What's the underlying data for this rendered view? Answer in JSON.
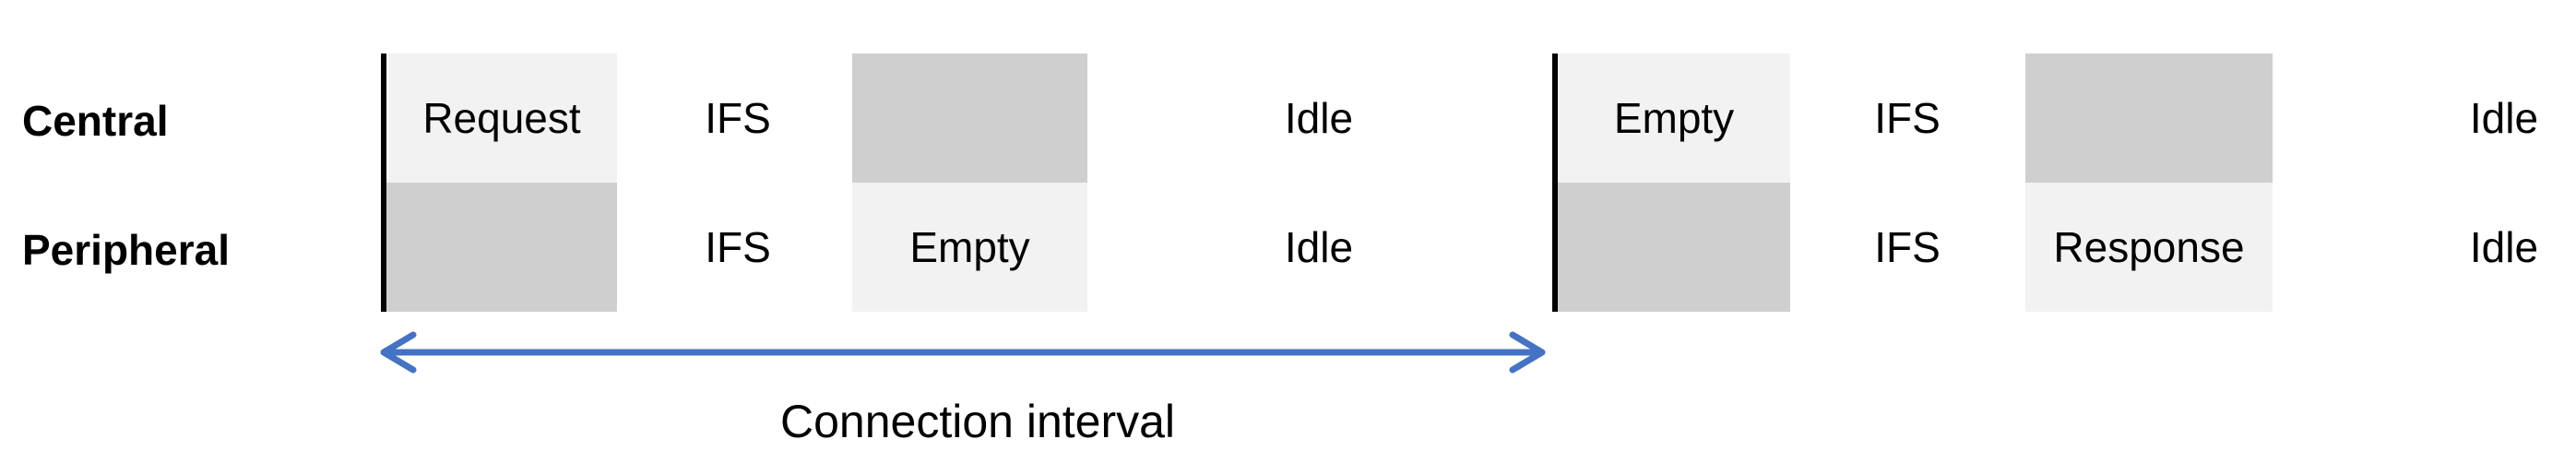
{
  "rows": {
    "central": "Central",
    "peripheral": "Peripheral"
  },
  "cycle1": {
    "central": {
      "packet": "Request",
      "ifs": "IFS",
      "idle": "Idle"
    },
    "peripheral": {
      "ifs": "IFS",
      "packet": "Empty",
      "idle": "Idle"
    }
  },
  "cycle2": {
    "central": {
      "packet": "Empty",
      "ifs": "IFS",
      "idle": "Idle"
    },
    "peripheral": {
      "ifs": "IFS",
      "packet": "Response",
      "idle": "Idle"
    }
  },
  "interval": {
    "label": "Connection interval"
  },
  "colors": {
    "transmit_light": "#f2f2f2",
    "receive_gray": "#d0cfcf",
    "arrow": "#4472c4"
  }
}
